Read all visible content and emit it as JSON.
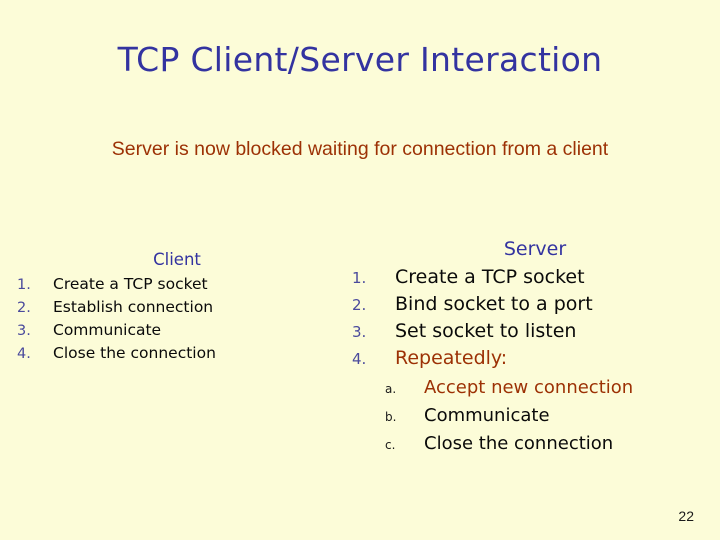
{
  "slide": {
    "title": "TCP Client/Server Interaction",
    "subtitle": "Server is now blocked waiting for connection from a client",
    "page_number": "22",
    "colors": {
      "background": "#fcfcd8",
      "title": "#3333a0",
      "heading": "#3333a0",
      "number": "#4a4a9c",
      "body_text": "#0a0a0a",
      "highlight": "#9c3105"
    }
  },
  "client": {
    "heading": "Client",
    "steps": [
      {
        "num": "1.",
        "text": "Create a TCP socket"
      },
      {
        "num": "2.",
        "text": "Establish connection"
      },
      {
        "num": "3.",
        "text": "Communicate"
      },
      {
        "num": "4.",
        "text": "Close the connection"
      }
    ]
  },
  "server": {
    "heading": "Server",
    "steps": [
      {
        "num": "1.",
        "text": "Create a TCP socket"
      },
      {
        "num": "2.",
        "text": "Bind socket to a port"
      },
      {
        "num": "3.",
        "text": "Set socket to listen"
      },
      {
        "num": "4.",
        "text": "Repeatedly:"
      }
    ],
    "substeps": [
      {
        "num": "a.",
        "text": "Accept new connection"
      },
      {
        "num": "b.",
        "text": "Communicate"
      },
      {
        "num": "c.",
        "text": "Close the connection"
      }
    ]
  }
}
